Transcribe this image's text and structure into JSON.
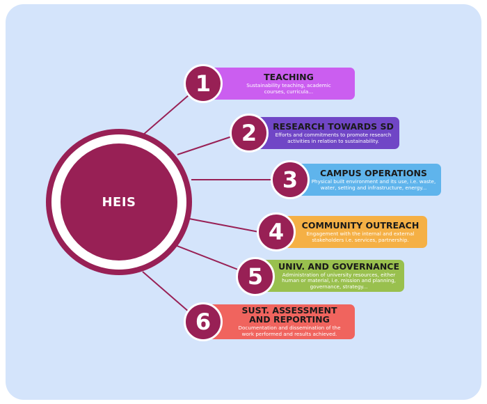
{
  "hub": {
    "label": "HEIS"
  },
  "colors": {
    "hub": "#982055",
    "panel": "#d4e4fb",
    "teaching": "#cb5ef0",
    "research": "#7046c6",
    "campus": "#5fb4ec",
    "community": "#f5b045",
    "governance": "#99c04e",
    "assessment": "#f0645e"
  },
  "items": [
    {
      "number": "1",
      "title": "TEACHING",
      "desc": "Sustainability teaching, academic courses, curricula..."
    },
    {
      "number": "2",
      "title": "RESEARCH TOWARDS SD",
      "desc": "Efforts and commitments to promote research activities in relation to sustainability."
    },
    {
      "number": "3",
      "title": "CAMPUS OPERATIONS",
      "desc": "Physical built environment and its use, i.e. waste, water, setting and infrastructure, energy..."
    },
    {
      "number": "4",
      "title": "COMMUNITY OUTREACH",
      "desc": "Engagement with the internal and external stakeholders i.e. services, partnership."
    },
    {
      "number": "5",
      "title": "UNIV. AND GOVERNANCE",
      "desc": "Administration of university resources, either human or material, i.e. mission and planning, governance, strategy..."
    },
    {
      "number": "6",
      "title": "SUST. ASSESSMENT AND REPORTING",
      "desc": "Documentation and dissemination of the work performed and results achieved."
    }
  ]
}
